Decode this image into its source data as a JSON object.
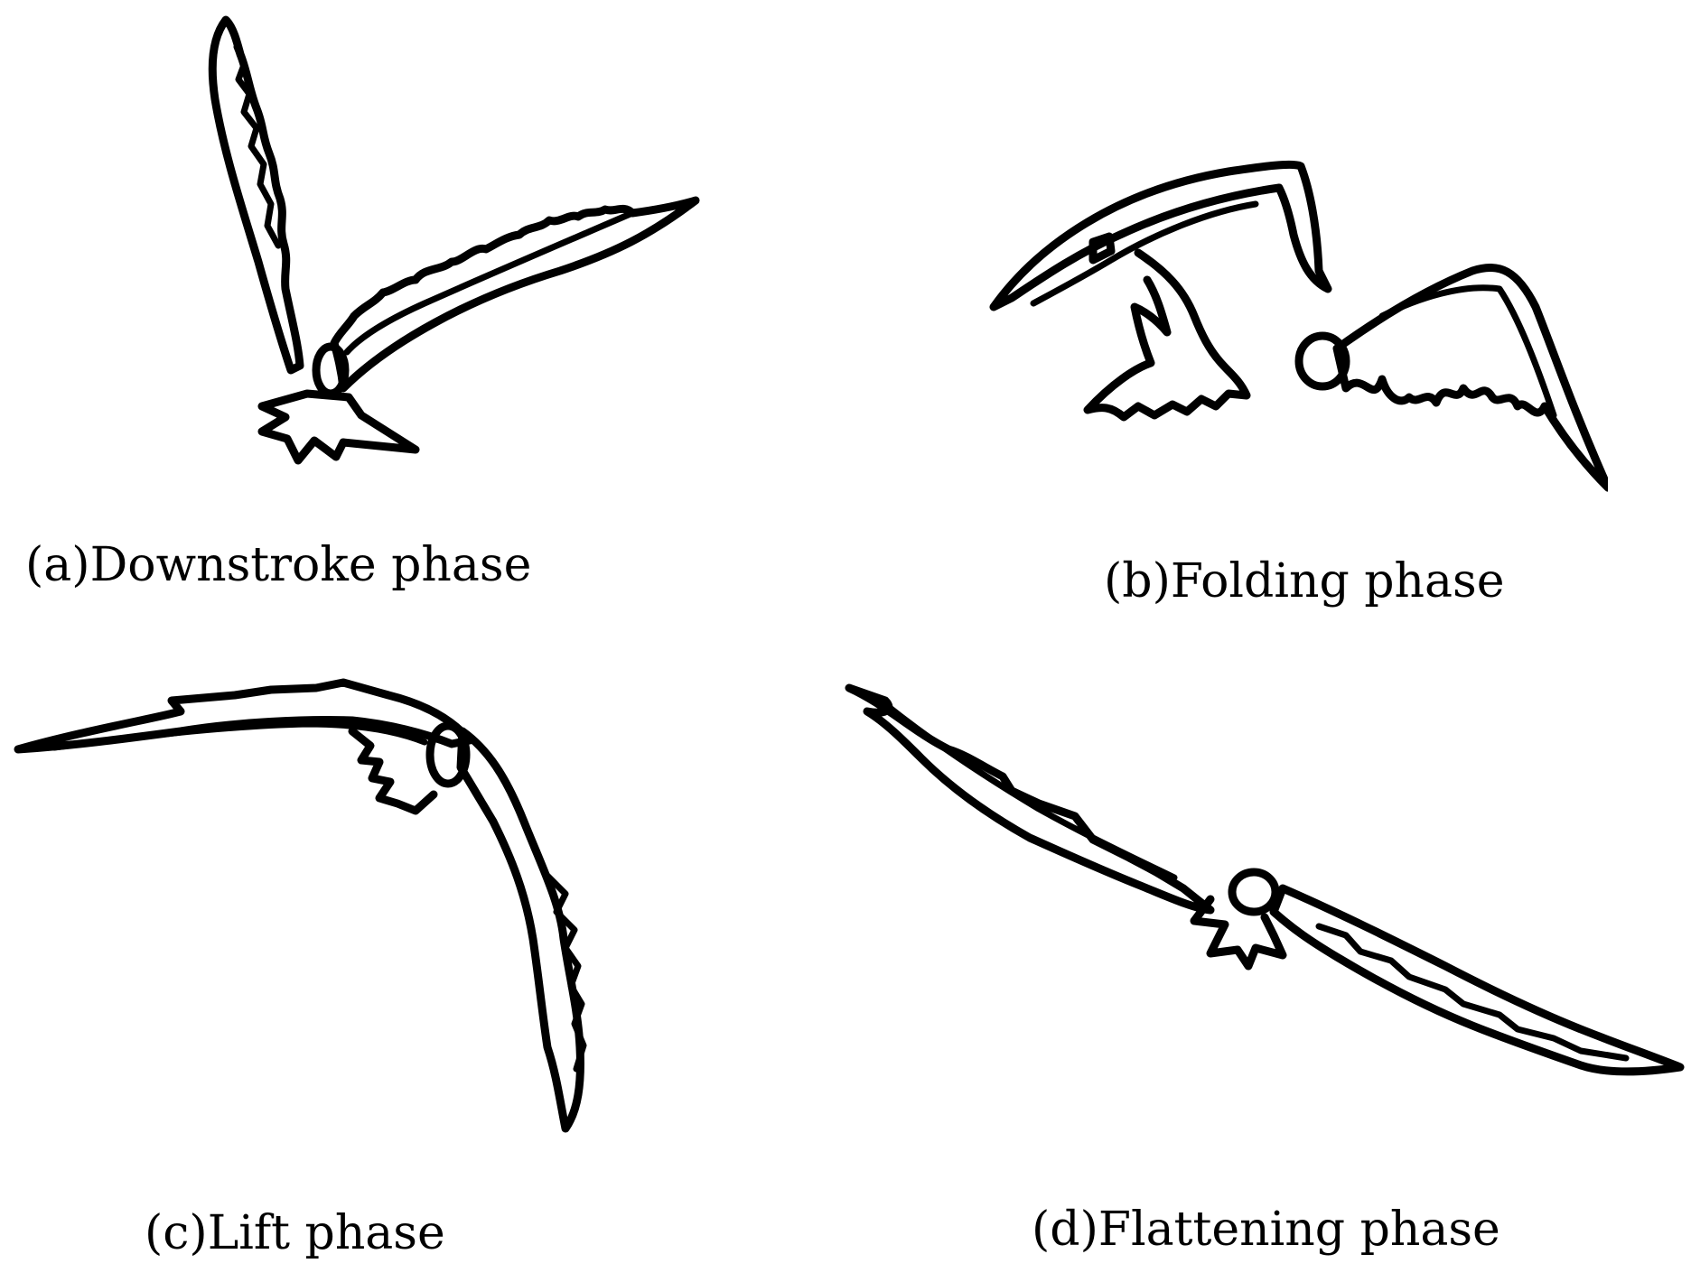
{
  "panels": [
    {
      "id": "a",
      "caption": "(a)Downstroke phase",
      "figure": "bird-downstroke"
    },
    {
      "id": "b",
      "caption": "(b)Folding phase",
      "figure": "bird-folding"
    },
    {
      "id": "c",
      "caption": "(c)Lift phase",
      "figure": "bird-lift"
    },
    {
      "id": "d",
      "caption": "(d)Flattening phase",
      "figure": "bird-flattening"
    }
  ],
  "colors": {
    "stroke": "#000000",
    "background": "#ffffff"
  }
}
